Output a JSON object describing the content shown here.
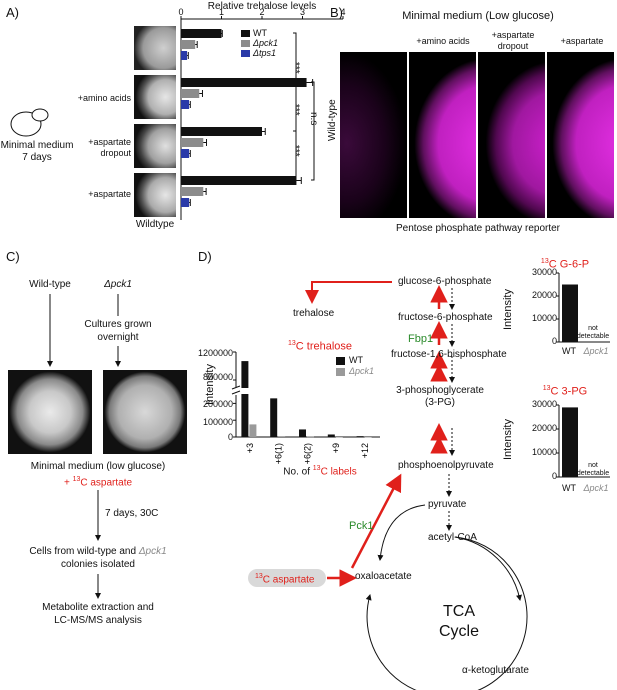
{
  "panels": {
    "A": "A)",
    "B": "B)",
    "C": "C)",
    "D": "D)"
  },
  "panelA": {
    "condition_line1": "Minimal medium",
    "condition_line2": "7 days",
    "rows": [
      "+amino acids",
      "+aspartate",
      "dropout",
      "+aspartate"
    ],
    "caption": "Wildtype",
    "axis_title": "Relative trehalose levels",
    "ticks": [
      "0",
      "1",
      "2",
      "3",
      "4"
    ],
    "legend": [
      "WT",
      "Δpck1",
      "Δtps1"
    ],
    "sig": [
      "***",
      "***",
      "***",
      "n.s"
    ],
    "colors": {
      "wt": "#111111",
      "pck1": "#8c8c8c",
      "tps1": "#2a3aa8"
    }
  },
  "panelB": {
    "title": "Minimal medium (Low glucose)",
    "cols": [
      "+amino acids",
      "+aspartate",
      "dropout",
      "+aspartate"
    ],
    "row_label": "Wild-type",
    "caption": "Pentose phosphate pathway reporter",
    "color": "#e020e0"
  },
  "panelC": {
    "wt": "Wild-type",
    "pck1": "Δpck1",
    "grown1": "Cultures grown",
    "grown2": "overnight",
    "medium": "Minimal medium (low glucose)",
    "aspartate_prefix": "+ ",
    "aspartate_sup": "13",
    "aspartate_suffix": "C aspartate",
    "incubation": "7 days, 30C",
    "cells_prefix": "Cells from wild-type and ",
    "cells_gene": "Δpck1",
    "cells_suffix": "colonies isolated",
    "extraction1": "Metabolite extraction and",
    "extraction2": "LC-MS/MS analysis"
  },
  "panelD": {
    "metabolites": {
      "g6p": "glucose-6-phosphate",
      "trehalose": "trehalose",
      "f6p": "fructose-6-phosphate",
      "fbp1": "Fbp1",
      "f16bp": "fructose-1,6-bisphosphate",
      "pg3": "3-phosphoglycerate",
      "pg3abbr": "(3-PG)",
      "pep": "phosphoenolpyruvate",
      "pyruvate": "pyruvate",
      "acoa": "acetyl-CoA",
      "pck1": "Pck1",
      "oaa": "oxaloacetate",
      "asp_sup": "13",
      "asp": "C aspartate",
      "tca1": "TCA",
      "tca2": "Cycle",
      "akg": "α-ketoglutarate"
    },
    "trehalose_chart": {
      "title_sup": "13",
      "title": "C trehalose",
      "ylabel": "Intensity",
      "xlabel_prefix": "No. of ",
      "xlabel_sup": "13",
      "xlabel_suffix": "C labels",
      "legend": [
        "WT",
        "Δpck1"
      ],
      "yticks_upper": [
        "1200000",
        "800000"
      ],
      "yticks_lower": [
        "200000",
        "100000",
        "0"
      ]
    },
    "g6p_chart": {
      "title_sup": "13",
      "title": "C G-6-P",
      "ylabel": "Intensity",
      "yticks": [
        "30000",
        "20000",
        "10000",
        "0"
      ],
      "xlabels": [
        "WT",
        "Δpck1"
      ],
      "na1": "not",
      "na2": "detectable"
    },
    "pg_chart": {
      "title_sup": "13",
      "title": "C 3-PG",
      "ylabel": "Intensity",
      "yticks": [
        "30000",
        "20000",
        "10000",
        "0"
      ],
      "xlabels": [
        "WT",
        "Δpck1"
      ],
      "na1": "not",
      "na2": "detectable"
    },
    "colors": {
      "red": "#e0201b",
      "green": "#2a8a2a"
    }
  },
  "chart_data": [
    {
      "type": "bar",
      "title": "Relative trehalose levels",
      "categories": [
        "Minimal medium",
        "+amino acids",
        "+aspartate dropout",
        "+aspartate"
      ],
      "series": [
        {
          "name": "WT",
          "values": [
            1.0,
            3.1,
            2.0,
            2.85
          ],
          "errors": [
            0.02,
            0.15,
            0.08,
            0.12
          ]
        },
        {
          "name": "Δpck1",
          "values": [
            0.35,
            0.45,
            0.55,
            0.55
          ],
          "errors": [
            0.05,
            0.08,
            0.08,
            0.07
          ]
        },
        {
          "name": "Δtps1",
          "values": [
            0.15,
            0.2,
            0.2,
            0.2
          ],
          "errors": [
            0.03,
            0.03,
            0.03,
            0.03
          ]
        }
      ],
      "xlim": [
        0,
        4
      ],
      "orientation": "horizontal"
    },
    {
      "type": "bar",
      "title": "13C trehalose",
      "ylabel": "Intensity",
      "xlabel": "No. of 13C labels",
      "categories": [
        "+3",
        "+6(1)",
        "+6(2)",
        "+9",
        "+12"
      ],
      "series": [
        {
          "name": "WT",
          "values": [
            1070000,
            230000,
            45000,
            15000,
            5000
          ]
        },
        {
          "name": "Δpck1",
          "values": [
            75000,
            5000,
            2000,
            0,
            0
          ]
        }
      ],
      "broken_axis": [
        250000,
        700000
      ]
    },
    {
      "type": "bar",
      "title": "13C G-6-P",
      "ylabel": "Intensity",
      "categories": [
        "WT",
        "Δpck1"
      ],
      "values": [
        25000,
        0
      ],
      "ylim": [
        0,
        30000
      ]
    },
    {
      "type": "bar",
      "title": "13C 3-PG",
      "ylabel": "Intensity",
      "categories": [
        "WT",
        "Δpck1"
      ],
      "values": [
        29000,
        0
      ],
      "ylim": [
        0,
        30000
      ]
    }
  ]
}
